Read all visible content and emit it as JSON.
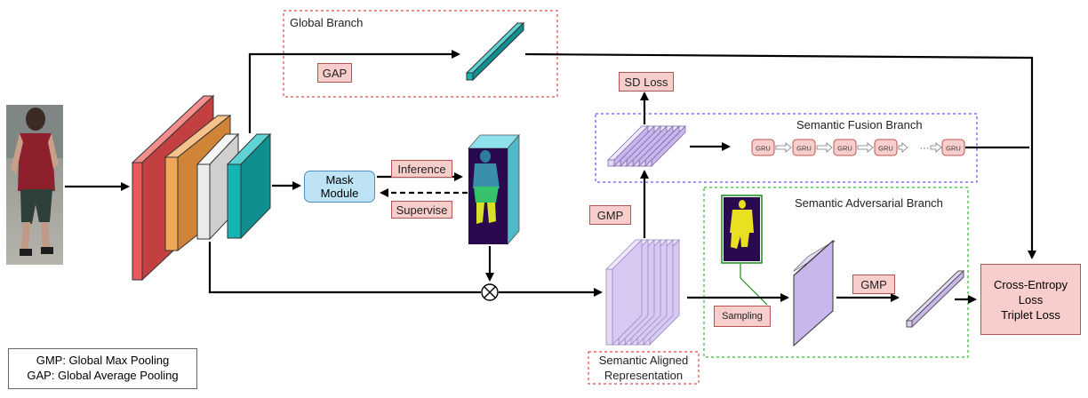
{
  "branches": {
    "global": "Global Branch",
    "semantic_fusion": "Semantic Fusion Branch",
    "semantic_adversarial": "Semantic Adversarial Branch"
  },
  "labels": {
    "gap": "GAP",
    "sd_loss": "SD Loss",
    "gmp_left": "GMP",
    "gmp_right": "GMP",
    "inference": "Inference",
    "supervise": "Supervise",
    "sampling": "Sampling",
    "mask_module_line1": "Mask",
    "mask_module_line2": "Module",
    "semantic_aligned_line1": "Semantic Aligned",
    "semantic_aligned_line2": "Representation",
    "gru": "GRU",
    "ellipsis": "···"
  },
  "loss_box": {
    "line1": "Cross-Entropy",
    "line2": "Loss",
    "line3": "Triplet Loss"
  },
  "legend": {
    "line1": "GMP: Global Max Pooling",
    "line2": "GAP: Global Average Pooling"
  },
  "colors": {
    "red_block": "#e85a5a",
    "orange_block": "#f2a65a",
    "white_block": "#ececec",
    "teal_block": "#17b3b3",
    "purple_light": "#e4d9f5",
    "purple_mid": "#c9b6ec",
    "pink_fill": "#f8cecc",
    "global_border": "#e84848",
    "fusion_border": "#5a5aff",
    "adversarial_border": "#33bb33",
    "mask_module_fill": "#bde3f5"
  }
}
